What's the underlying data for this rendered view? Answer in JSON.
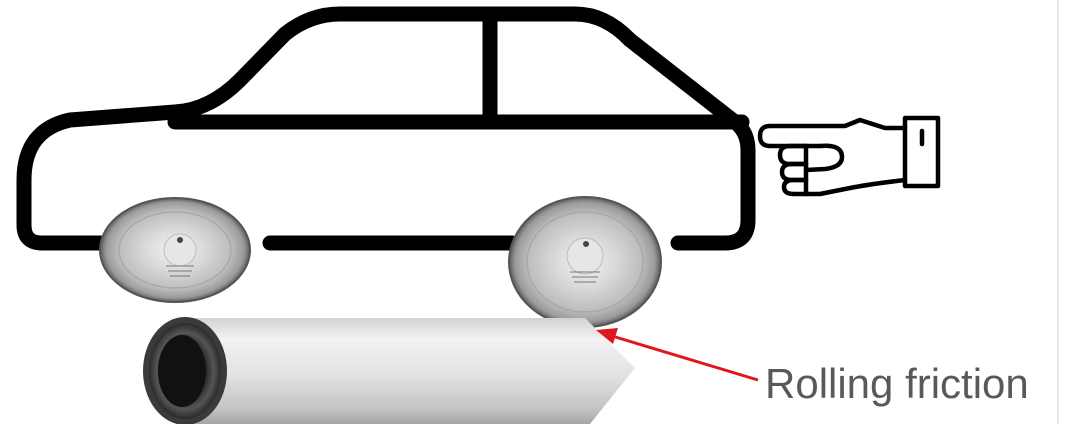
{
  "annotation": {
    "label": "Rolling friction",
    "arrow_color": "#e0161e"
  },
  "icons": {
    "car": "car-outline-icon",
    "hand": "pointing-hand-icon",
    "wheel": "saw-blade-wheel",
    "cylinder": "steel-tube"
  },
  "colors": {
    "outline": "#000000",
    "label": "#595959",
    "metal_light": "#e8e8e8",
    "metal_dark": "#8c8c8c"
  }
}
